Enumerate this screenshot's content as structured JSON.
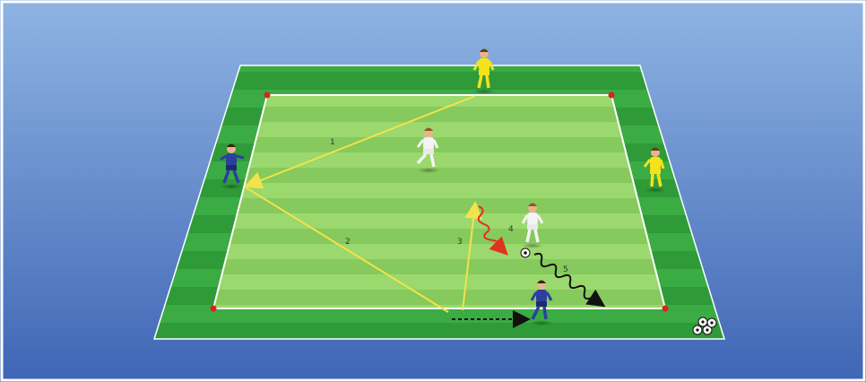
{
  "colors": {
    "sky_top": "#8fb4e3",
    "sky_bottom": "#3f66b5",
    "field_outer_dark": "#2f9a38",
    "field_outer_light": "#3bab43",
    "field_inner_light": "#9bd86d",
    "field_inner_dark": "#86c95c",
    "line_white": "#ffffff",
    "pass_arrow": "#f2e34a",
    "dribble_red": "#e0321e",
    "dribble_black": "#111111",
    "cone_red": "#d8231f",
    "team_yellow": "#f5e21c",
    "team_blue": "#2c3f9e",
    "team_white": "#f4f4f4"
  },
  "labels": {
    "pass_1": "1",
    "pass_2": "2",
    "pass_3": "3",
    "dribble_4": "4",
    "dribble_5": "5"
  },
  "players": [
    {
      "team": "yellow",
      "role": "top-target"
    },
    {
      "team": "yellow",
      "role": "right-target"
    },
    {
      "team": "blue",
      "role": "left-attacker"
    },
    {
      "team": "blue",
      "role": "bottom-attacker"
    },
    {
      "team": "white",
      "role": "upper-defender"
    },
    {
      "team": "white",
      "role": "ball-defender"
    }
  ],
  "equipment": {
    "cones": 4,
    "ball_pile_icon": "soccer-balls-pile-icon"
  }
}
